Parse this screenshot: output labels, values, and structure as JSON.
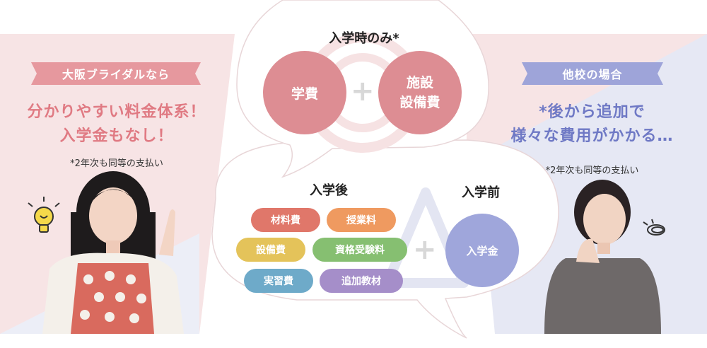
{
  "left": {
    "badge": "大阪ブライダルなら",
    "headline_line1": "分かりやすい料金体系！",
    "headline_line2": "入学金もなし！",
    "note": "*2年次も同等の支払い"
  },
  "right": {
    "badge": "他校の場合",
    "headline_line1": "*後から追加で",
    "headline_line2": "様々な費用がかかる…",
    "note": "*2年次も同等の支払い"
  },
  "top_bubble": {
    "title": "入学時のみ*",
    "item1": "学費",
    "item2_line1": "施設",
    "item2_line2": "設備費"
  },
  "bottom_bubble": {
    "after_title": "入学後",
    "before_title": "入学前",
    "pills": [
      {
        "label": "材料費",
        "color": "#e0776a"
      },
      {
        "label": "授業料",
        "color": "#ef9a60"
      },
      {
        "label": "設備費",
        "color": "#e4c35a"
      },
      {
        "label": "資格受験料",
        "color": "#86bf71"
      },
      {
        "label": "実習費",
        "color": "#6eaac9"
      },
      {
        "label": "追加教材",
        "color": "#a58ec9"
      }
    ],
    "entrance_fee": "入学金"
  },
  "colors": {
    "left_panel": "#f6e4e5",
    "right_panel": "#e6e8f4",
    "pink_accent": "#e07a83",
    "blue_accent": "#6f79c5",
    "circle_pink": "#dd8d93",
    "circle_blue": "#9fa6db"
  }
}
